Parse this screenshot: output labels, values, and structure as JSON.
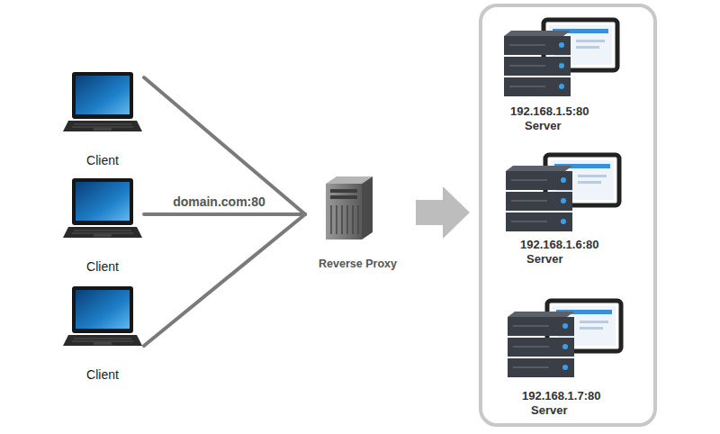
{
  "diagram": {
    "nodes": [
      {
        "text": [
          "Client"
        ]
      },
      {
        "text": [
          "Client"
        ]
      },
      {
        "text": [
          "Client"
        ]
      },
      {
        "text": [
          "Reverse Proxy"
        ]
      },
      {
        "text": [
          "192.168.1.5:80",
          "Server"
        ]
      },
      {
        "text": [
          "192.168.1.6:80",
          "Server"
        ]
      },
      {
        "text": [
          "192.168.1.7:80",
          "Server"
        ]
      }
    ],
    "edges": [
      {
        "from": 0,
        "to": 3,
        "arrow": "none"
      },
      {
        "from": 1,
        "to": 3,
        "label": "domain.com:80",
        "arrow": "none"
      },
      {
        "from": 2,
        "to": 3,
        "arrow": "none"
      }
    ]
  }
}
